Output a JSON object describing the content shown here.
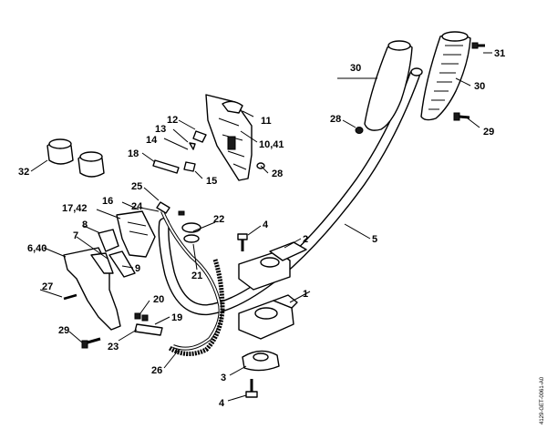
{
  "labels": {
    "l1": "1",
    "l2": "2",
    "l3": "3",
    "l4a": "4",
    "l4b": "4",
    "l5": "5",
    "l640": "6,40",
    "l7": "7",
    "l8": "8",
    "l9": "9",
    "l1041": "10,41",
    "l11": "11",
    "l12": "12",
    "l13": "13",
    "l14": "14",
    "l15": "15",
    "l16": "16",
    "l1742": "17,42",
    "l18": "18",
    "l19": "19",
    "l20": "20",
    "l21": "21",
    "l22": "22",
    "l23": "23",
    "l24": "24",
    "l25": "25",
    "l26": "26",
    "l27": "27",
    "l28a": "28",
    "l28b": "28",
    "l29a": "29",
    "l29b": "29",
    "l30a": "30",
    "l30b": "30",
    "l31": "31",
    "l32": "32"
  },
  "drawing_code": "4129-GET-0061-A0"
}
